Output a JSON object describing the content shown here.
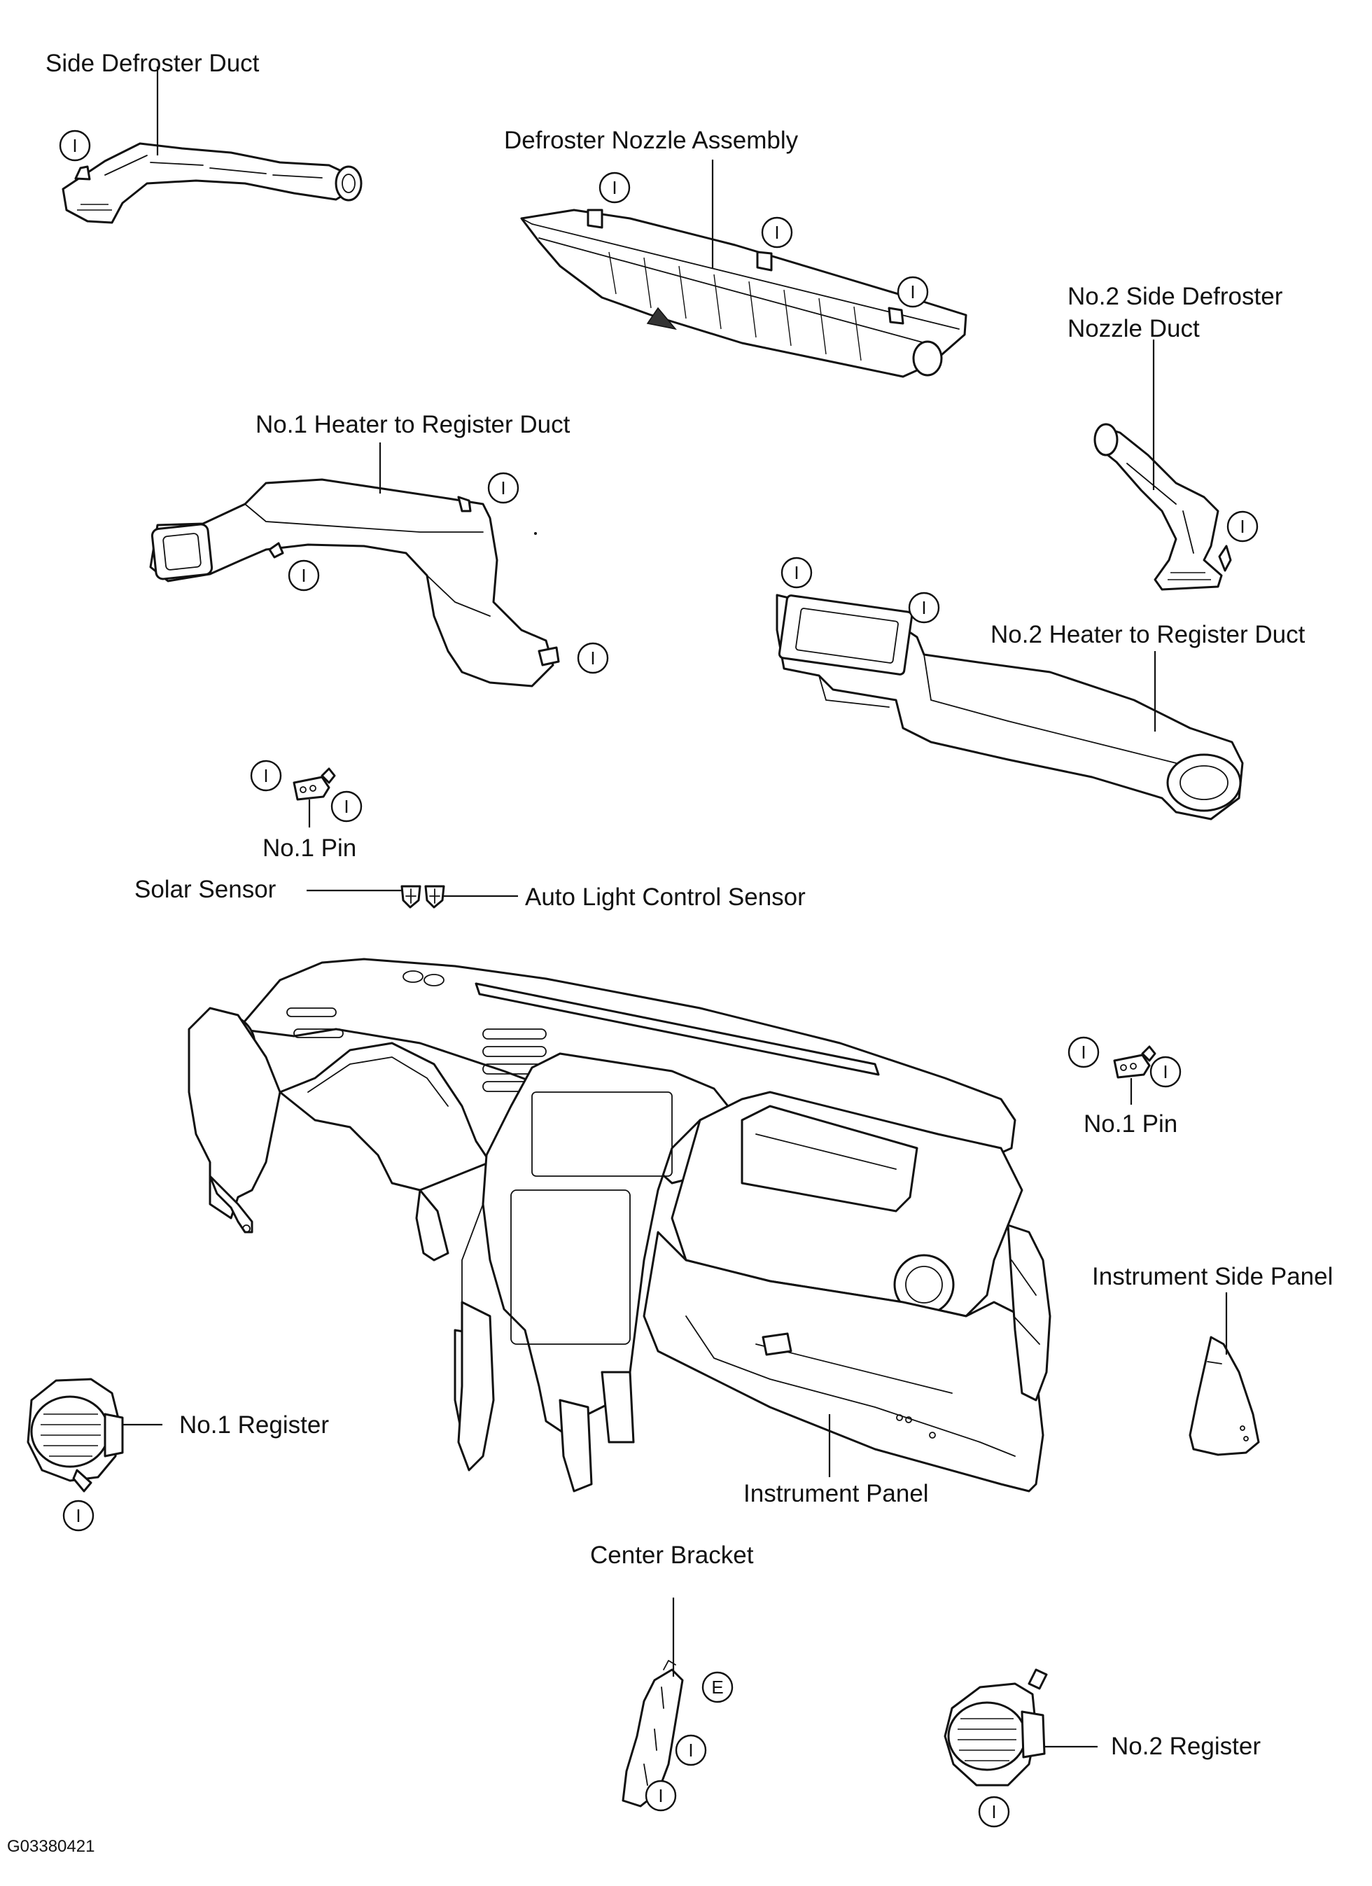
{
  "labels": {
    "side_defroster_duct": "Side Defroster Duct",
    "defroster_nozzle_assembly": "Defroster Nozzle Assembly",
    "no2_side_defroster_line1": "No.2 Side Defroster",
    "no2_side_defroster_line2": "Nozzle Duct",
    "no1_heater_to_register_duct": "No.1 Heater to Register Duct",
    "no2_heater_to_register_duct": "No.2 Heater to Register Duct",
    "no1_pin": "No.1 Pin",
    "solar_sensor": "Solar Sensor",
    "auto_light_control_sensor": "Auto Light Control Sensor",
    "instrument_side_panel": "Instrument Side Panel",
    "no1_register": "No.1 Register",
    "instrument_panel": "Instrument Panel",
    "center_bracket": "Center Bracket",
    "no2_register": "No.2 Register"
  },
  "symbols": {
    "I": "I",
    "E": "E"
  },
  "figure_id": "G03380421"
}
